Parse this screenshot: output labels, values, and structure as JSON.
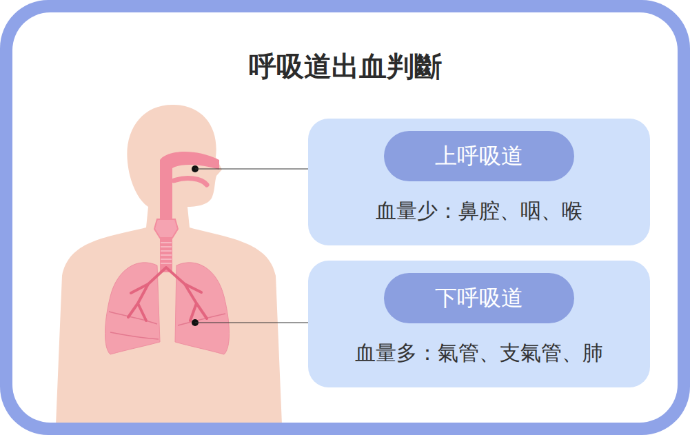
{
  "diagram": {
    "title": "呼吸道出血判斷",
    "nodes": [
      {
        "text": [
          "血量少：鼻腔、咽、喉"
        ]
      },
      {
        "text": [
          "上呼吸道"
        ],
        "in": 0
      },
      {
        "text": [
          "血量多：氣管、支氣管、肺"
        ]
      },
      {
        "text": [
          "下呼吸道"
        ],
        "in": 2
      }
    ]
  }
}
